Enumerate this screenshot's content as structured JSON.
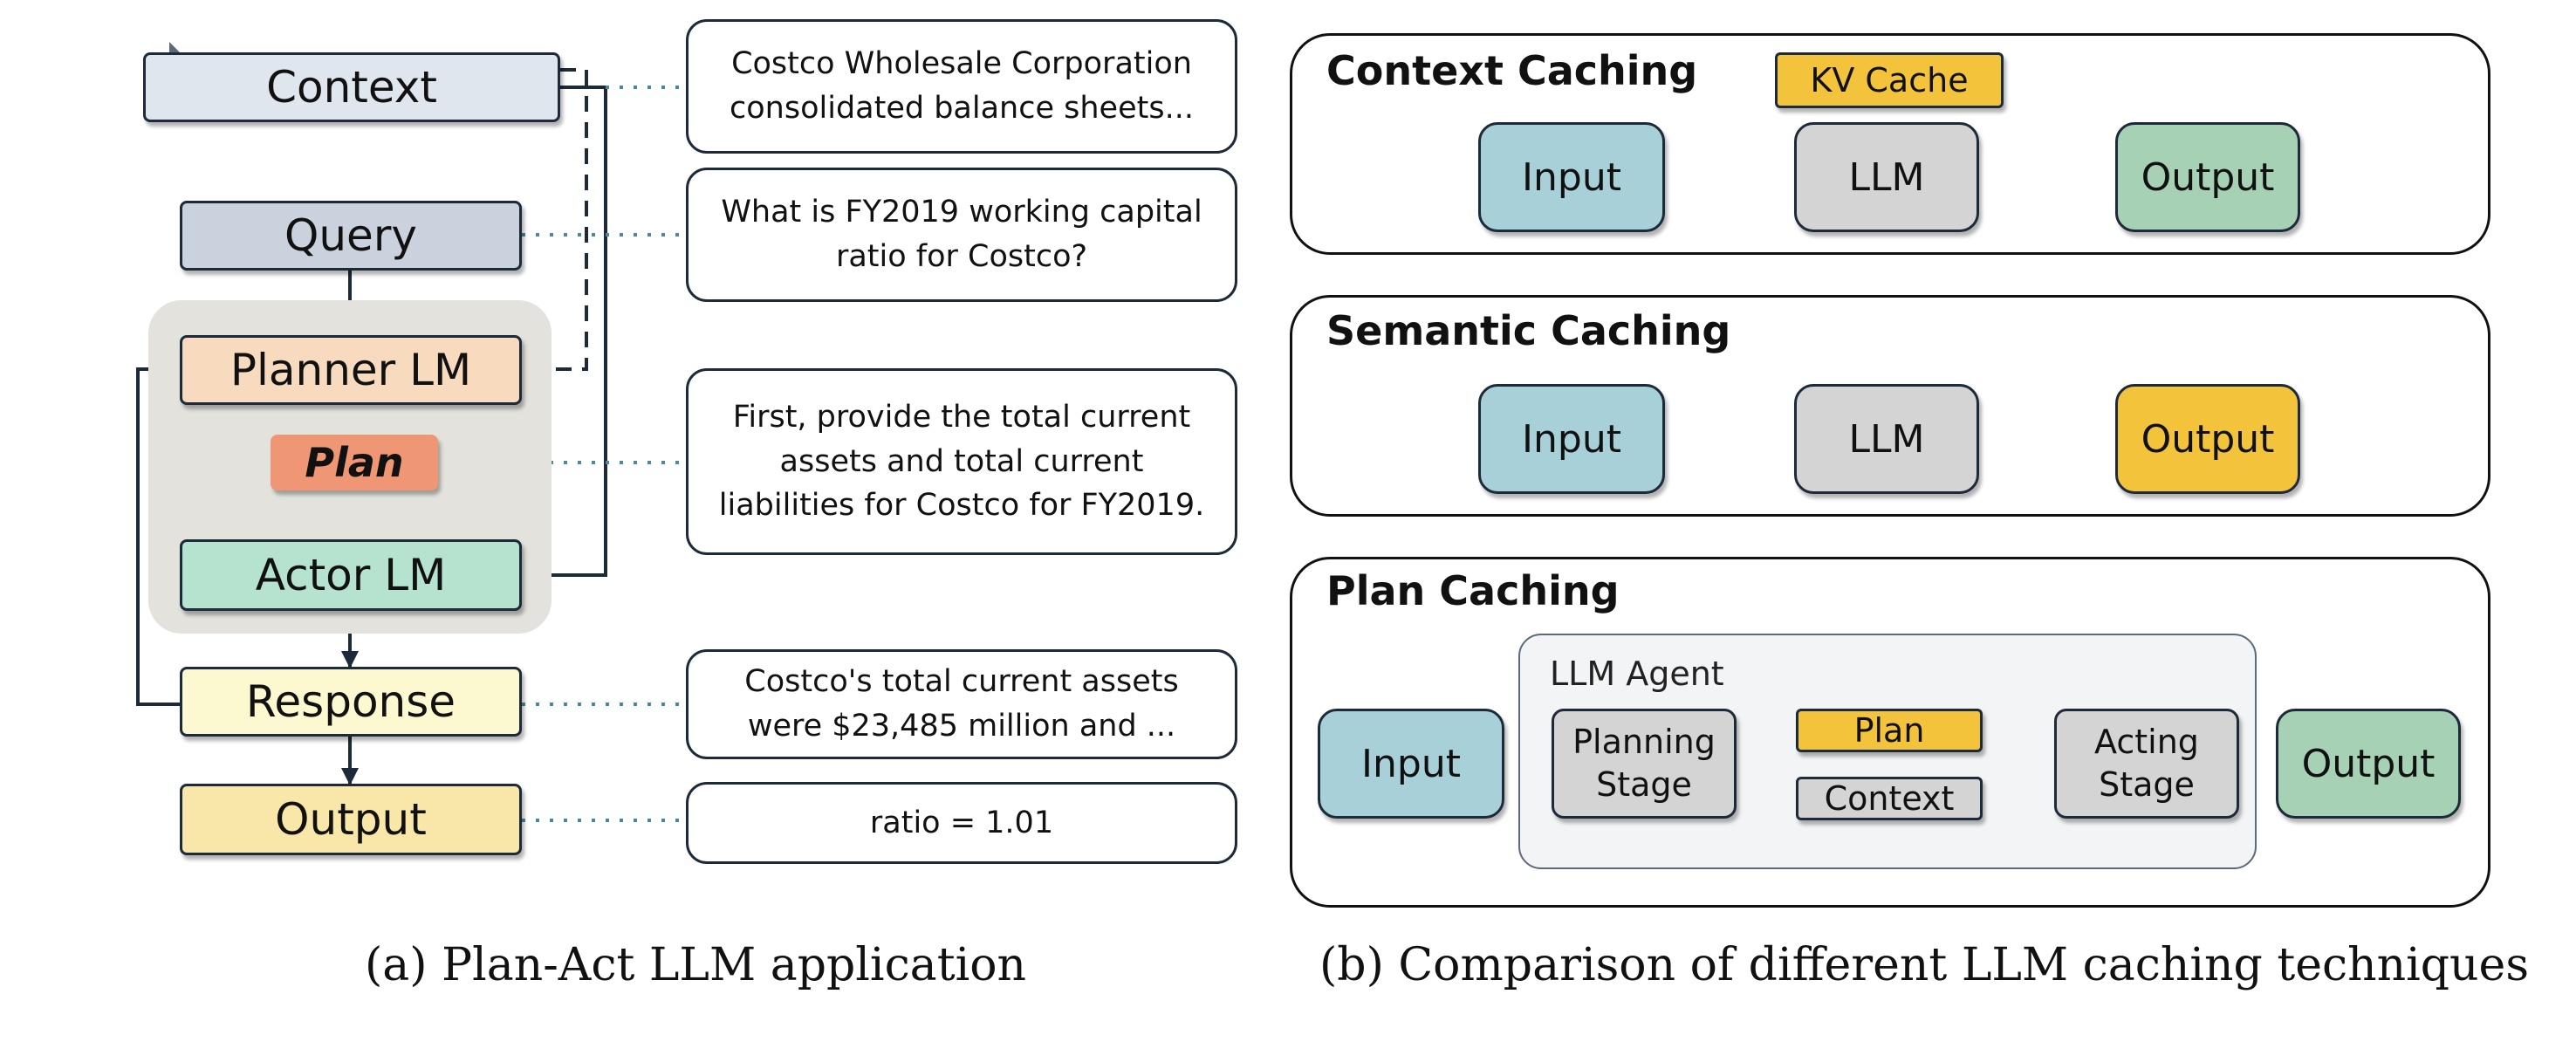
{
  "plan_act": {
    "nodes": {
      "context": "Context",
      "query": "Query",
      "planner": "Planner LM",
      "plan": "Plan",
      "actor": "Actor LM",
      "response": "Response",
      "output": "Output"
    },
    "callouts": {
      "context": "Costco Wholesale Corporation consolidated balance sheets...",
      "query": "What is FY2019 working capital ratio for Costco?",
      "plan": "First, provide the total current assets and total current liabilities for Costco for FY2019.",
      "response": "Costco's total current assets were $23,485 million and ...",
      "output": "ratio = 1.01"
    },
    "caption": "(a) Plan-Act LLM application"
  },
  "comparison": {
    "context_caching": {
      "title": "Context Caching",
      "kv_cache": "KV Cache",
      "input": "Input",
      "llm": "LLM",
      "output": "Output"
    },
    "semantic_caching": {
      "title": "Semantic Caching",
      "input": "Input",
      "llm": "LLM",
      "output": "Output"
    },
    "plan_caching": {
      "title": "Plan Caching",
      "agent_label": "LLM Agent",
      "input": "Input",
      "planning_stage": "Planning Stage",
      "plan": "Plan",
      "context": "Context",
      "acting_stage": "Acting Stage",
      "output": "Output"
    },
    "caption": "(b) Comparison of different LLM caching techniques"
  },
  "colors": {
    "context": "#dfe6ee",
    "query": "#cad2de",
    "planner": "#f8dbbf",
    "plan": "#ef9774",
    "actor": "#b5e3cf",
    "response": "#fcf8cf",
    "output_left": "#f8e7a8",
    "input": "#a8d0d8",
    "llm": "#d4d4d4",
    "output_green": "#a6d1b4",
    "output_gold": "#f3c33c",
    "kv_cache": "#f3c33c",
    "shade": "#e3e2dc",
    "stroke": "#1c2a3a",
    "dotted": "#4f8a94"
  }
}
